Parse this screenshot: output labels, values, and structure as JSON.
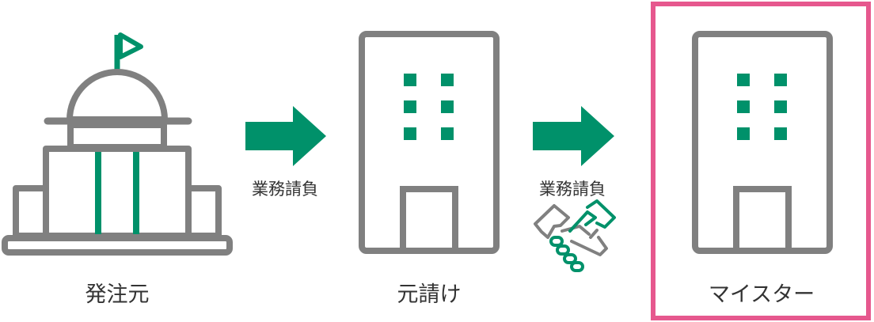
{
  "nodes": [
    {
      "label": "発注元",
      "icon": "government-building-icon"
    },
    {
      "label": "元請け",
      "icon": "office-building-icon"
    },
    {
      "label": "マイスター",
      "icon": "office-building-icon",
      "highlighted": true
    }
  ],
  "edges": [
    {
      "label": "業務請負",
      "icon": "arrow-right-icon"
    },
    {
      "label": "業務請負",
      "icon": "arrow-right-icon",
      "extra_icon": "handshake-icon"
    }
  ],
  "colors": {
    "gray": "#808080",
    "green": "#00916a",
    "highlight": "#e6588e",
    "text": "#333333"
  }
}
